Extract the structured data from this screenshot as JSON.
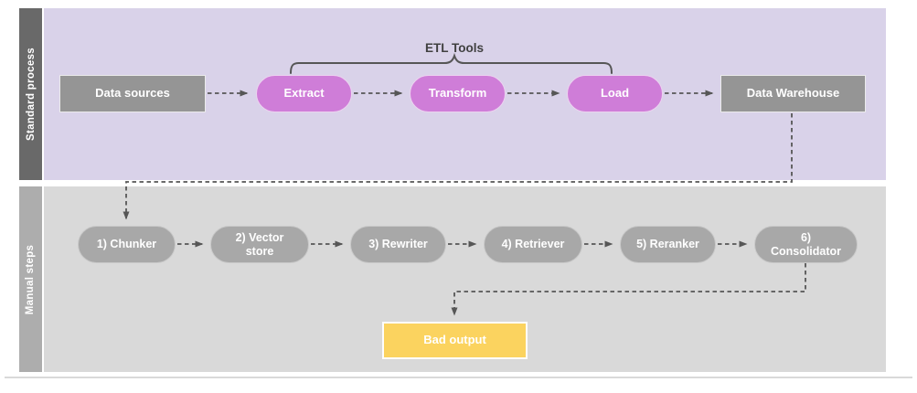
{
  "diagram": {
    "annotation": "ETL Tools",
    "lanes": [
      {
        "label": "Standard process",
        "background_color": "#d9d2e9",
        "bar_color": "#696969",
        "nodes": [
          {
            "label": "Data sources",
            "shape": "rectangle",
            "color": "#959595"
          },
          {
            "label": "Extract",
            "shape": "pill",
            "color": "#cf7dd8"
          },
          {
            "label": "Transform",
            "shape": "pill",
            "color": "#cf7dd8"
          },
          {
            "label": "Load",
            "shape": "pill",
            "color": "#cf7dd8"
          },
          {
            "label": "Data Warehouse",
            "shape": "rectangle",
            "color": "#959595"
          }
        ]
      },
      {
        "label": "Manual steps",
        "background_color": "#d9d9d9",
        "bar_color": "#adadad",
        "nodes": [
          {
            "label": "1) Chunker",
            "shape": "pill",
            "color": "#a8a8a8"
          },
          {
            "label": "2) Vector store",
            "shape": "pill",
            "color": "#a8a8a8"
          },
          {
            "label": "3) Rewriter",
            "shape": "pill",
            "color": "#a8a8a8"
          },
          {
            "label": "4) Retriever",
            "shape": "pill",
            "color": "#a8a8a8"
          },
          {
            "label": "5) Reranker",
            "shape": "pill",
            "color": "#a8a8a8"
          },
          {
            "label": "6) Consolidator",
            "shape": "pill",
            "color": "#a8a8a8"
          }
        ]
      }
    ],
    "output_node": {
      "label": "Bad output",
      "shape": "rectangle",
      "color": "#fbd35f"
    },
    "colors": {
      "connector": "#565656",
      "annotation_text": "#404040"
    },
    "flow": [
      "Data sources -> Extract -> Transform -> Load -> Data Warehouse",
      "Data Warehouse -> 1) Chunker",
      "1) Chunker -> 2) Vector store -> 3) Rewriter -> 4) Retriever -> 5) Reranker -> 6) Consolidator",
      "6) Consolidator -> Bad output"
    ]
  }
}
